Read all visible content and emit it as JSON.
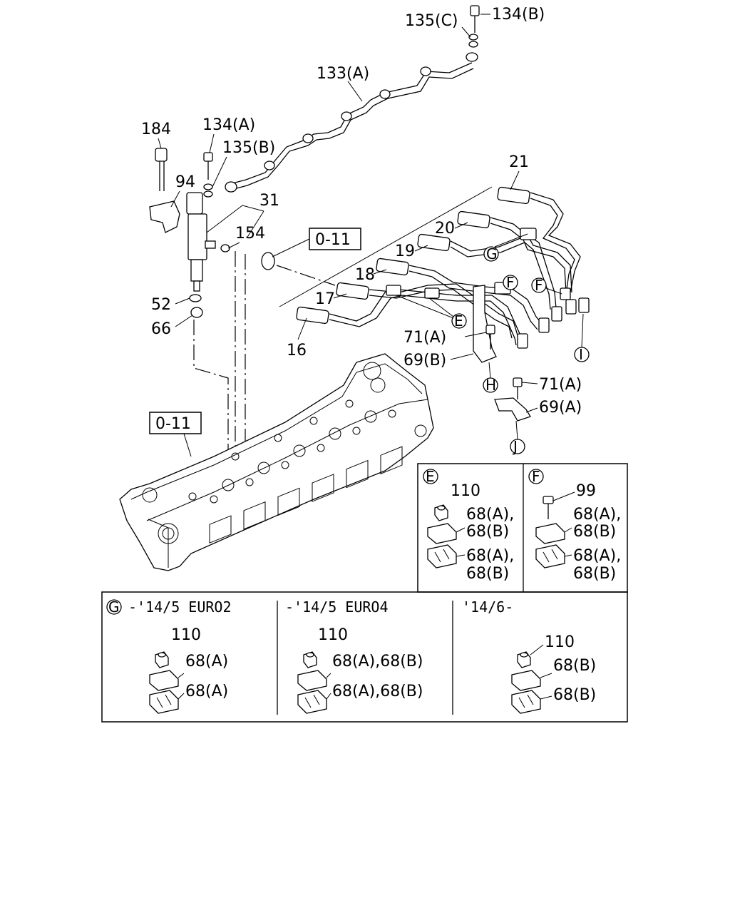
{
  "callouts": {
    "c135C": "135(C)",
    "c134B": "134(B)",
    "c133A": "133(A)",
    "c184": "184",
    "c134A": "134(A)",
    "c135B": "135(B)",
    "c94": "94",
    "c31": "31",
    "c154": "154",
    "c011a": "0-11",
    "c52": "52",
    "c66": "66",
    "c21": "21",
    "c20": "20",
    "c19": "19",
    "c18": "18",
    "c17": "17",
    "c16": "16",
    "cG": "G",
    "cF1": "F",
    "cF2": "F",
    "cE": "E",
    "cI": "I",
    "cH": "H",
    "cJ": "J",
    "c71A_1": "71(A)",
    "c69B": "69(B)",
    "c71A_2": "71(A)",
    "c69A": "69(A)",
    "c011b": "0-11"
  },
  "detail_e": {
    "marker": "E",
    "nut": "110",
    "upper_line1": "68(A),",
    "upper_line2": "68(B)",
    "lower_line1": "68(A),",
    "lower_line2": "68(B)"
  },
  "detail_f": {
    "marker": "F",
    "bolt": "99",
    "upper_line1": "68(A),",
    "upper_line2": "68(B)",
    "lower_line1": "68(A),",
    "lower_line2": "68(B)"
  },
  "detail_g": {
    "col1_header_marker": "G",
    "col1_header": "-'14/5 EURO2",
    "col1_nut": "110",
    "col1_upper": "68(A)",
    "col1_lower": "68(A)",
    "col2_header": "-'14/5 EURO4",
    "col2_nut": "110",
    "col2_upper": "68(A),68(B)",
    "col2_lower": "68(A),68(B)",
    "col3_header": "'14/6-",
    "col3_nut": "110",
    "col3_upper": "68(B)",
    "col3_lower": "68(B)"
  }
}
